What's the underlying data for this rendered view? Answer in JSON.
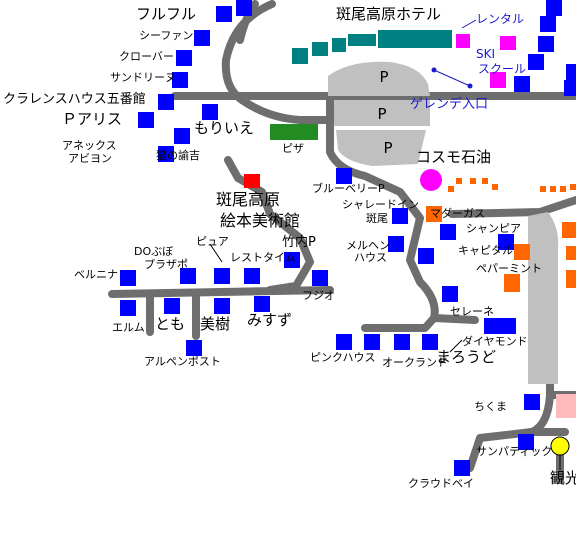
{
  "colors": {
    "road": "#6e6e6e",
    "parking_area": "#c0c0c0",
    "building": "#0000ff",
    "hotel": "#008080",
    "rental": "#ff00ff",
    "piza": "#228b22",
    "museum": "#ff0000",
    "cosmo": "#ff00ff",
    "orange": "#ff6600",
    "pink": "#ffbbbb",
    "yellow": "#ffff00",
    "blue_text": "#1a1acc"
  },
  "parking_marks": [
    {
      "id": "p1",
      "label": "P"
    },
    {
      "id": "p2",
      "label": "P"
    },
    {
      "id": "p3",
      "label": "P"
    }
  ],
  "labels": {
    "hotel": "斑尾高原ホテル",
    "rental": "レンタル",
    "ski": "SKI",
    "school": "スクール",
    "gelande": "ゲレンデ入口",
    "cosmo": "コスモ石油",
    "fulfull": "フルフル",
    "seafan": "シーファン",
    "clover": "クローバー",
    "sandrine": "サンドリーヌ",
    "clarence": "クラレンスハウス五番館",
    "p_alice": "Ｐアリス",
    "moriie": "もりいえ",
    "annex_1": "アネックス",
    "annex_2": "アビヨン",
    "nekono": "猫の諭吉",
    "piza": "ピザ",
    "blueberry": "ブルーベリーP",
    "chalet": "シャレードイン",
    "madargas": "マダーガス",
    "madarame": "斑尾",
    "champagne": "シャンピア",
    "museum_1": "斑尾高原",
    "museum_2": "絵本美術館",
    "chikuuchi": "竹内P",
    "merheim_1": "メルヘン",
    "merheim_2": "ハウス",
    "capitol": "キャピタル",
    "peppermint": "ペパーミント",
    "do": "DOぶぼ",
    "pure": "ピュア",
    "restime": "レストタイム",
    "berunina": "ベルニナ",
    "plazapo": "プラザポ",
    "fuji": "フジオ",
    "seraine": "セレーネ",
    "diamond": "ダイヤモンド",
    "elm": "エルム",
    "tomo": "とも",
    "miki": "美樹",
    "misuzu": "みすず",
    "pinkhouse": "ピンクハウス",
    "orchard": "オークランド",
    "maroudo": "まろうど",
    "alpenpost": "アルペンポスト",
    "chikuma": "ちくま",
    "sunpatik": "サンパティック",
    "cloudby": "クラウドベイ",
    "kanko": "観光"
  }
}
